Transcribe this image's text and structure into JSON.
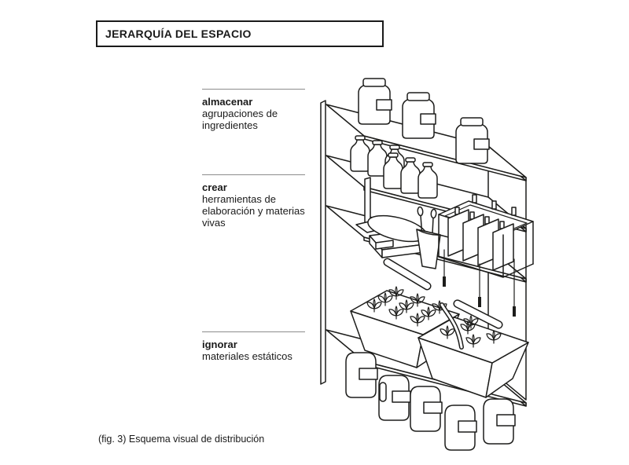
{
  "title": "JERARQUÍA DEL ESPACIO",
  "legend": {
    "items": [
      {
        "term": "almacenar",
        "description": "agrupaciones de ingredientes"
      },
      {
        "term": "crear",
        "description": "herramientas de elaboración y materias vivas"
      },
      {
        "term": "ignorar",
        "description": "materiales estáticos"
      }
    ]
  },
  "caption": "(fig. 3) Esquema visual de distribución",
  "colors": {
    "background": "#ffffff",
    "line": "#1d1d1b",
    "separator": "#8c8c8c"
  },
  "diagram": {
    "name": "esquema-visual-de-distribucion",
    "parts": [
      "shelf-unit",
      "storage-jars-top",
      "ingredient-bottles",
      "kitchen-scale",
      "utensil-cup",
      "drying-rack",
      "grow-light-tubes",
      "watering-hose",
      "planters-with-sprouts",
      "storage-jars-bottom"
    ]
  }
}
